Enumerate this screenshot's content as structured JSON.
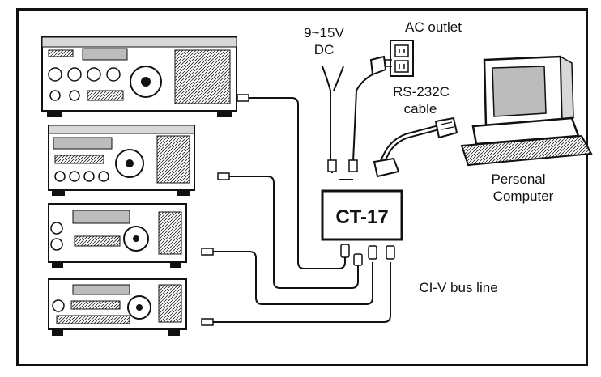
{
  "labels": {
    "ac_outlet": "AC outlet",
    "dc_line1": "9~15V",
    "dc_line2": "DC",
    "rs232_line1": "RS-232C",
    "rs232_line2": "cable",
    "personal_line1": "Personal",
    "personal_line2": "Computer",
    "ct17": "CT-17",
    "civ_bus": "CI-V bus line"
  },
  "colors": {
    "ink": "#111111",
    "paper": "#ffffff",
    "panel_shade": "#d8d8d8",
    "screen_shade": "#bcbcbc"
  }
}
